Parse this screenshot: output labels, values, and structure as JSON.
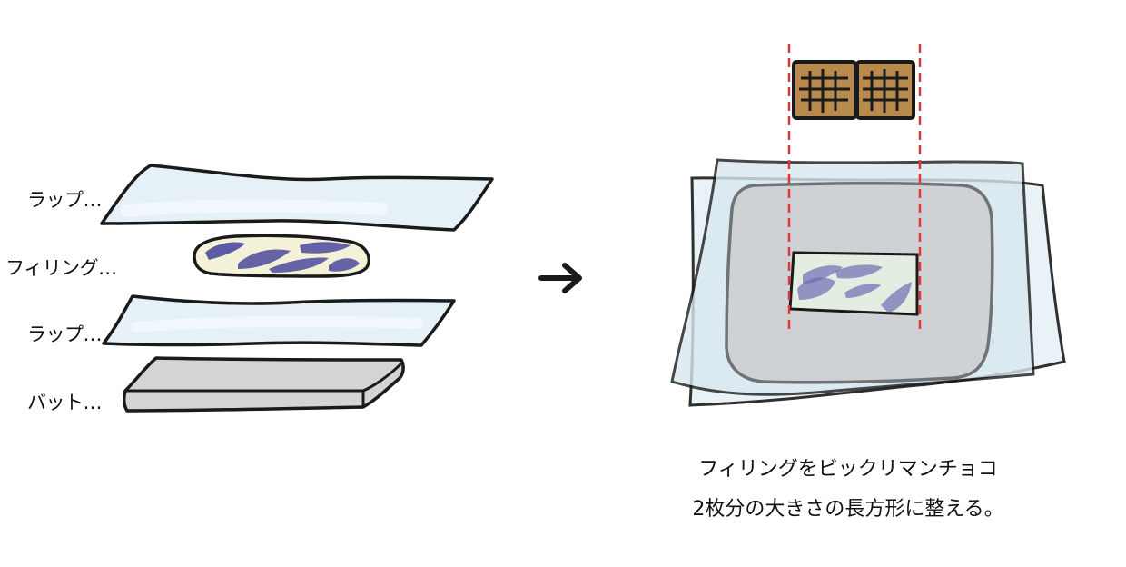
{
  "labels": {
    "wrap_top": "ラップ…",
    "filling": "フィリング…",
    "wrap_bottom": "ラップ…",
    "tray": "バット…"
  },
  "caption": {
    "line1": "フィリングをビックリマンチョコ",
    "line2": "2枚分の大きさの長方形に整える。"
  },
  "colors": {
    "outline": "#1a1a1a",
    "wrap_fill": "#e6f1f7",
    "tray_fill": "#d3d4d6",
    "filling_base": "#f3f1d8",
    "filling_blotch": "#4b4a9e",
    "chocolate": "#b98a4e",
    "guide_line": "#d93a3a"
  },
  "icons": {
    "arrow": "arrow-right-icon",
    "chocolate": "chocolate-bar-icon"
  }
}
